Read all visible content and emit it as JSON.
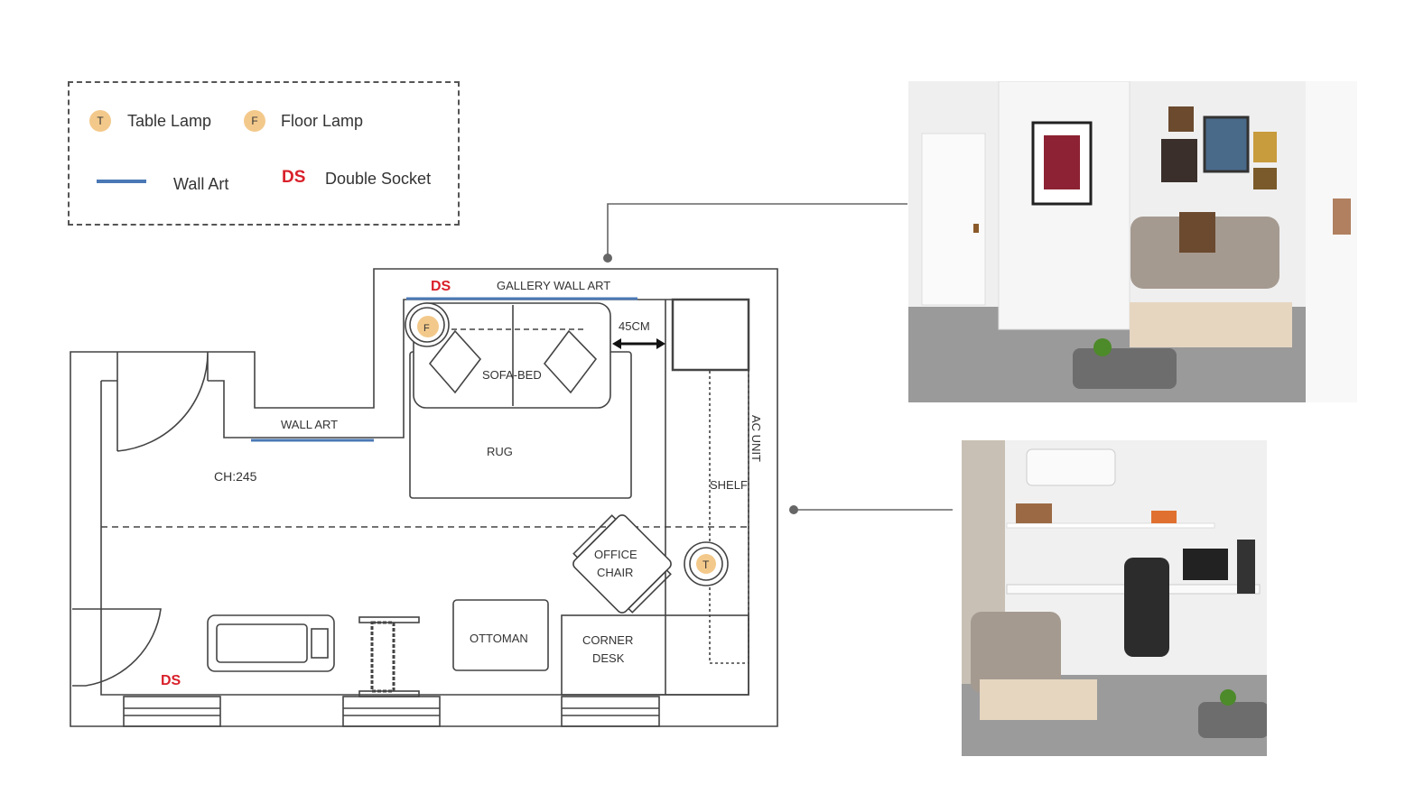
{
  "legend": {
    "table_lamp": {
      "symbol": "T",
      "label": "Table Lamp"
    },
    "floor_lamp": {
      "symbol": "F",
      "label": "Floor Lamp"
    },
    "wall_art": {
      "label": "Wall Art"
    },
    "double_socket": {
      "symbol": "DS",
      "label": "Double Socket"
    }
  },
  "plan": {
    "ds_top": "DS",
    "gallery_wall_art": "GALLERY WALL ART",
    "floor_lamp": "F",
    "clearance": "45CM",
    "sofa_bed": "SOFA-BED",
    "rug": "RUG",
    "wall_art": "WALL ART",
    "ceiling_height": "CH:245",
    "ac_unit": "AC UNIT",
    "shelf": "SHELF",
    "office_chair_1": "OFFICE",
    "office_chair_2": "CHAIR",
    "table_lamp": "T",
    "ottoman": "OTTOMAN",
    "corner_desk_1": "CORNER",
    "corner_desk_2": "DESK",
    "ds_bottom": "DS"
  },
  "colors": {
    "lamp": "#f3c98b",
    "wall_art": "#4a78b5",
    "socket": "#d9202a"
  }
}
